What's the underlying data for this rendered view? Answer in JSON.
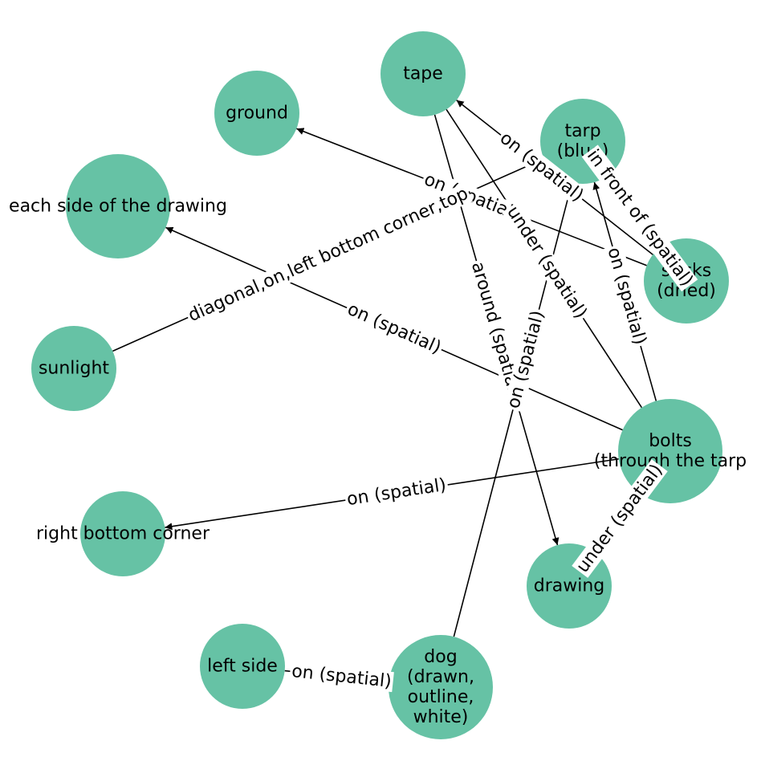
{
  "graph": {
    "node_color": "#66c2a5",
    "nodes": [
      {
        "id": "tape",
        "lines": [
          "tape"
        ]
      },
      {
        "id": "tarp",
        "lines": [
          "tarp",
          "(blue)"
        ]
      },
      {
        "id": "ground",
        "lines": [
          "ground"
        ]
      },
      {
        "id": "each_side",
        "lines": [
          "each side of the drawing"
        ]
      },
      {
        "id": "sticks",
        "lines": [
          "sticks",
          "(dried)"
        ]
      },
      {
        "id": "sunlight",
        "lines": [
          "sunlight"
        ]
      },
      {
        "id": "bolts",
        "lines": [
          "bolts",
          "(through the tarp"
        ]
      },
      {
        "id": "right_bottom",
        "lines": [
          "right bottom corner"
        ]
      },
      {
        "id": "drawing",
        "lines": [
          "drawing"
        ]
      },
      {
        "id": "left_side",
        "lines": [
          "left side"
        ]
      },
      {
        "id": "dog",
        "lines": [
          "dog",
          "(drawn,",
          "outline,",
          "white)"
        ]
      }
    ],
    "edges": [
      {
        "source": "sticks",
        "target": "tape",
        "label": "on (spatial)",
        "directed": true
      },
      {
        "source": "tarp",
        "target": "sticks",
        "label": "in front of (spatial)",
        "directed": false
      },
      {
        "source": "sticks",
        "target": "ground",
        "label": "on (spatial)",
        "directed": true
      },
      {
        "source": "sunlight",
        "target": "tarp",
        "label": "diagonal,on,left bottom corner,top",
        "directed": true
      },
      {
        "source": "bolts",
        "target": "tape",
        "label": "under (spatial)",
        "directed": false
      },
      {
        "source": "bolts",
        "target": "tarp",
        "label": "on (spatial)",
        "directed": true
      },
      {
        "source": "bolts",
        "target": "each_side",
        "label": "on (spatial)",
        "directed": true
      },
      {
        "source": "tape",
        "target": "drawing",
        "label": "around (spatial)",
        "directed": true
      },
      {
        "source": "dog",
        "target": "tarp",
        "label": "on (spatial)",
        "directed": true
      },
      {
        "source": "bolts",
        "target": "right_bottom",
        "label": "on (spatial)",
        "directed": true
      },
      {
        "source": "bolts",
        "target": "drawing",
        "label": "under (spatial)",
        "directed": false
      },
      {
        "source": "dog",
        "target": "left_side",
        "label": "on (spatial)",
        "directed": false
      }
    ]
  }
}
